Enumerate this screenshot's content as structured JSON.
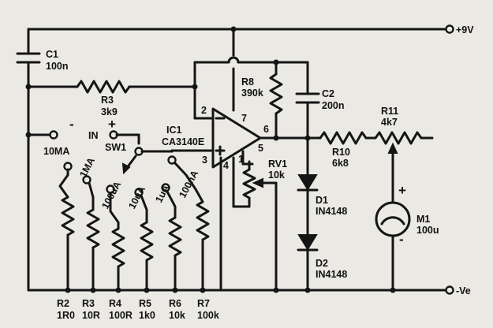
{
  "supply": {
    "pos": "+9V",
    "neg": "-Ve"
  },
  "c1": {
    "ref": "C1",
    "value": "100n"
  },
  "r3": {
    "ref": "R3",
    "value": "3k9"
  },
  "r8": {
    "ref": "R8",
    "value": "390k"
  },
  "c2": {
    "ref": "C2",
    "value": "200n"
  },
  "r11": {
    "ref": "R11",
    "value": "4k7"
  },
  "r10": {
    "ref": "R10",
    "value": "6k8"
  },
  "ic1": {
    "ref": "IC1",
    "part": "CA3140E",
    "pin2": "2",
    "pin3": "3",
    "pin4": "4",
    "pin5": "5",
    "pin6": "6",
    "pin7": "7",
    "pin1": "1"
  },
  "rv1": {
    "ref": "RV1",
    "value": "10k"
  },
  "d1": {
    "ref": "D1",
    "part": "IN4148"
  },
  "d2": {
    "ref": "D2",
    "part": "IN4148"
  },
  "m1": {
    "ref": "M1",
    "value": "100u",
    "plus": "+",
    "minus": "-"
  },
  "input": {
    "minus": "-",
    "plus": "+",
    "label": "IN"
  },
  "sw1": {
    "ref": "SW1"
  },
  "ranges": [
    "10MA",
    "1MA",
    "100uA",
    "10uA",
    "1uA",
    "100nA"
  ],
  "resistors": [
    {
      "ref": "R2",
      "value": "1R0"
    },
    {
      "ref": "R3",
      "value": "10R"
    },
    {
      "ref": "R4",
      "value": "100R"
    },
    {
      "ref": "R5",
      "value": "1k0"
    },
    {
      "ref": "R6",
      "value": "10k"
    },
    {
      "ref": "R7",
      "value": "100k"
    }
  ]
}
